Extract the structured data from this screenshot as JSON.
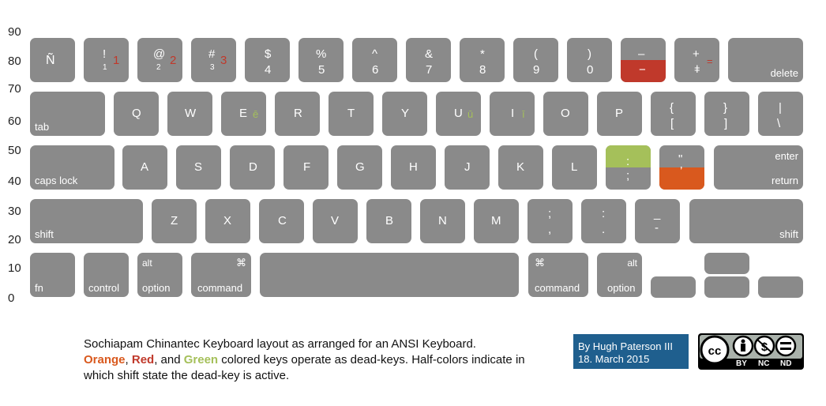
{
  "colors": {
    "key": "#8a8a8a",
    "orange": "#d9591e",
    "red": "#c0392b",
    "green": "#a5c05a",
    "author_bg": "#1f5f8e"
  },
  "y_axis": [
    "90",
    "80",
    "70",
    "60",
    "50",
    "40",
    "30",
    "20",
    "10",
    "0"
  ],
  "row1": {
    "n": "Ñ",
    "k1_top": "!",
    "k1_bot": "1",
    "k1_red": "1",
    "k2_top": "@",
    "k2_bot": "2",
    "k2_red": "2",
    "k3_top": "#",
    "k3_bot": "3",
    "k3_red": "3",
    "k4_top": "$",
    "k4_bot": "4",
    "k5_top": "%",
    "k5_bot": "5",
    "k6_top": "^",
    "k6_bot": "6",
    "k7_top": "&",
    "k7_bot": "7",
    "k8_top": "*",
    "k8_bot": "8",
    "k9_top": "(",
    "k9_bot": "9",
    "k0_top": ")",
    "k0_bot": "0",
    "minus_top": "–",
    "minus_bot": "−",
    "plus_top": "+",
    "plus_bot": "ǂ",
    "plus_red": "=",
    "delete": "delete"
  },
  "row2": {
    "tab": "tab",
    "q": "Q",
    "w": "W",
    "e": "E",
    "e_green": "ē",
    "r": "R",
    "t": "T",
    "y": "Y",
    "u": "U",
    "u_green": "ū",
    "i": "I",
    "i_green": "ī",
    "o": "O",
    "p": "P",
    "lb_top": "{",
    "lb_bot": "[",
    "rb_top": "}",
    "rb_bot": "]",
    "bs_top": "|",
    "bs_bot": "\\"
  },
  "row3": {
    "caps": "caps lock",
    "a": "A",
    "s": "S",
    "d": "D",
    "f": "F",
    "g": "G",
    "h": "H",
    "j": "J",
    "k": "K",
    "l": "L",
    "semi_top": ":",
    "semi_bot": ";",
    "quote_top": "\"",
    "quote_bot": "’",
    "enter": "enter",
    "return": "return"
  },
  "row4": {
    "shift_l": "shift",
    "z": "Z",
    "x": "X",
    "c": "C",
    "v": "V",
    "b": "B",
    "n": "N",
    "m": "M",
    "comma_top": ";",
    "comma_bot": ",",
    "period_top": ":",
    "period_bot": ".",
    "slash_top": "_",
    "slash_bot": "-",
    "shift_r": "shift"
  },
  "row5": {
    "fn": "fn",
    "control": "control",
    "alt": "alt",
    "option": "option",
    "cmd_sym": "⌘",
    "command": "command"
  },
  "caption": {
    "line1": "Sochiapam Chinantec Keyboard layout as arranged for an ANSI Keyboard.",
    "orange": "Orange",
    "sep1": ", ",
    "red": "Red",
    "sep2": ", and ",
    "green": "Green",
    "line2_rest": " colored keys operate as dead-keys. Half-colors indicate in",
    "line3": "which shift state the dead-key is active."
  },
  "author": {
    "line1": "By Hugh Paterson III",
    "line2": "18. March 2015"
  },
  "license": {
    "icons": [
      "cc-icon",
      "by-icon",
      "nc-icon",
      "nd-icon"
    ],
    "labels": [
      "BY",
      "NC",
      "ND"
    ]
  }
}
